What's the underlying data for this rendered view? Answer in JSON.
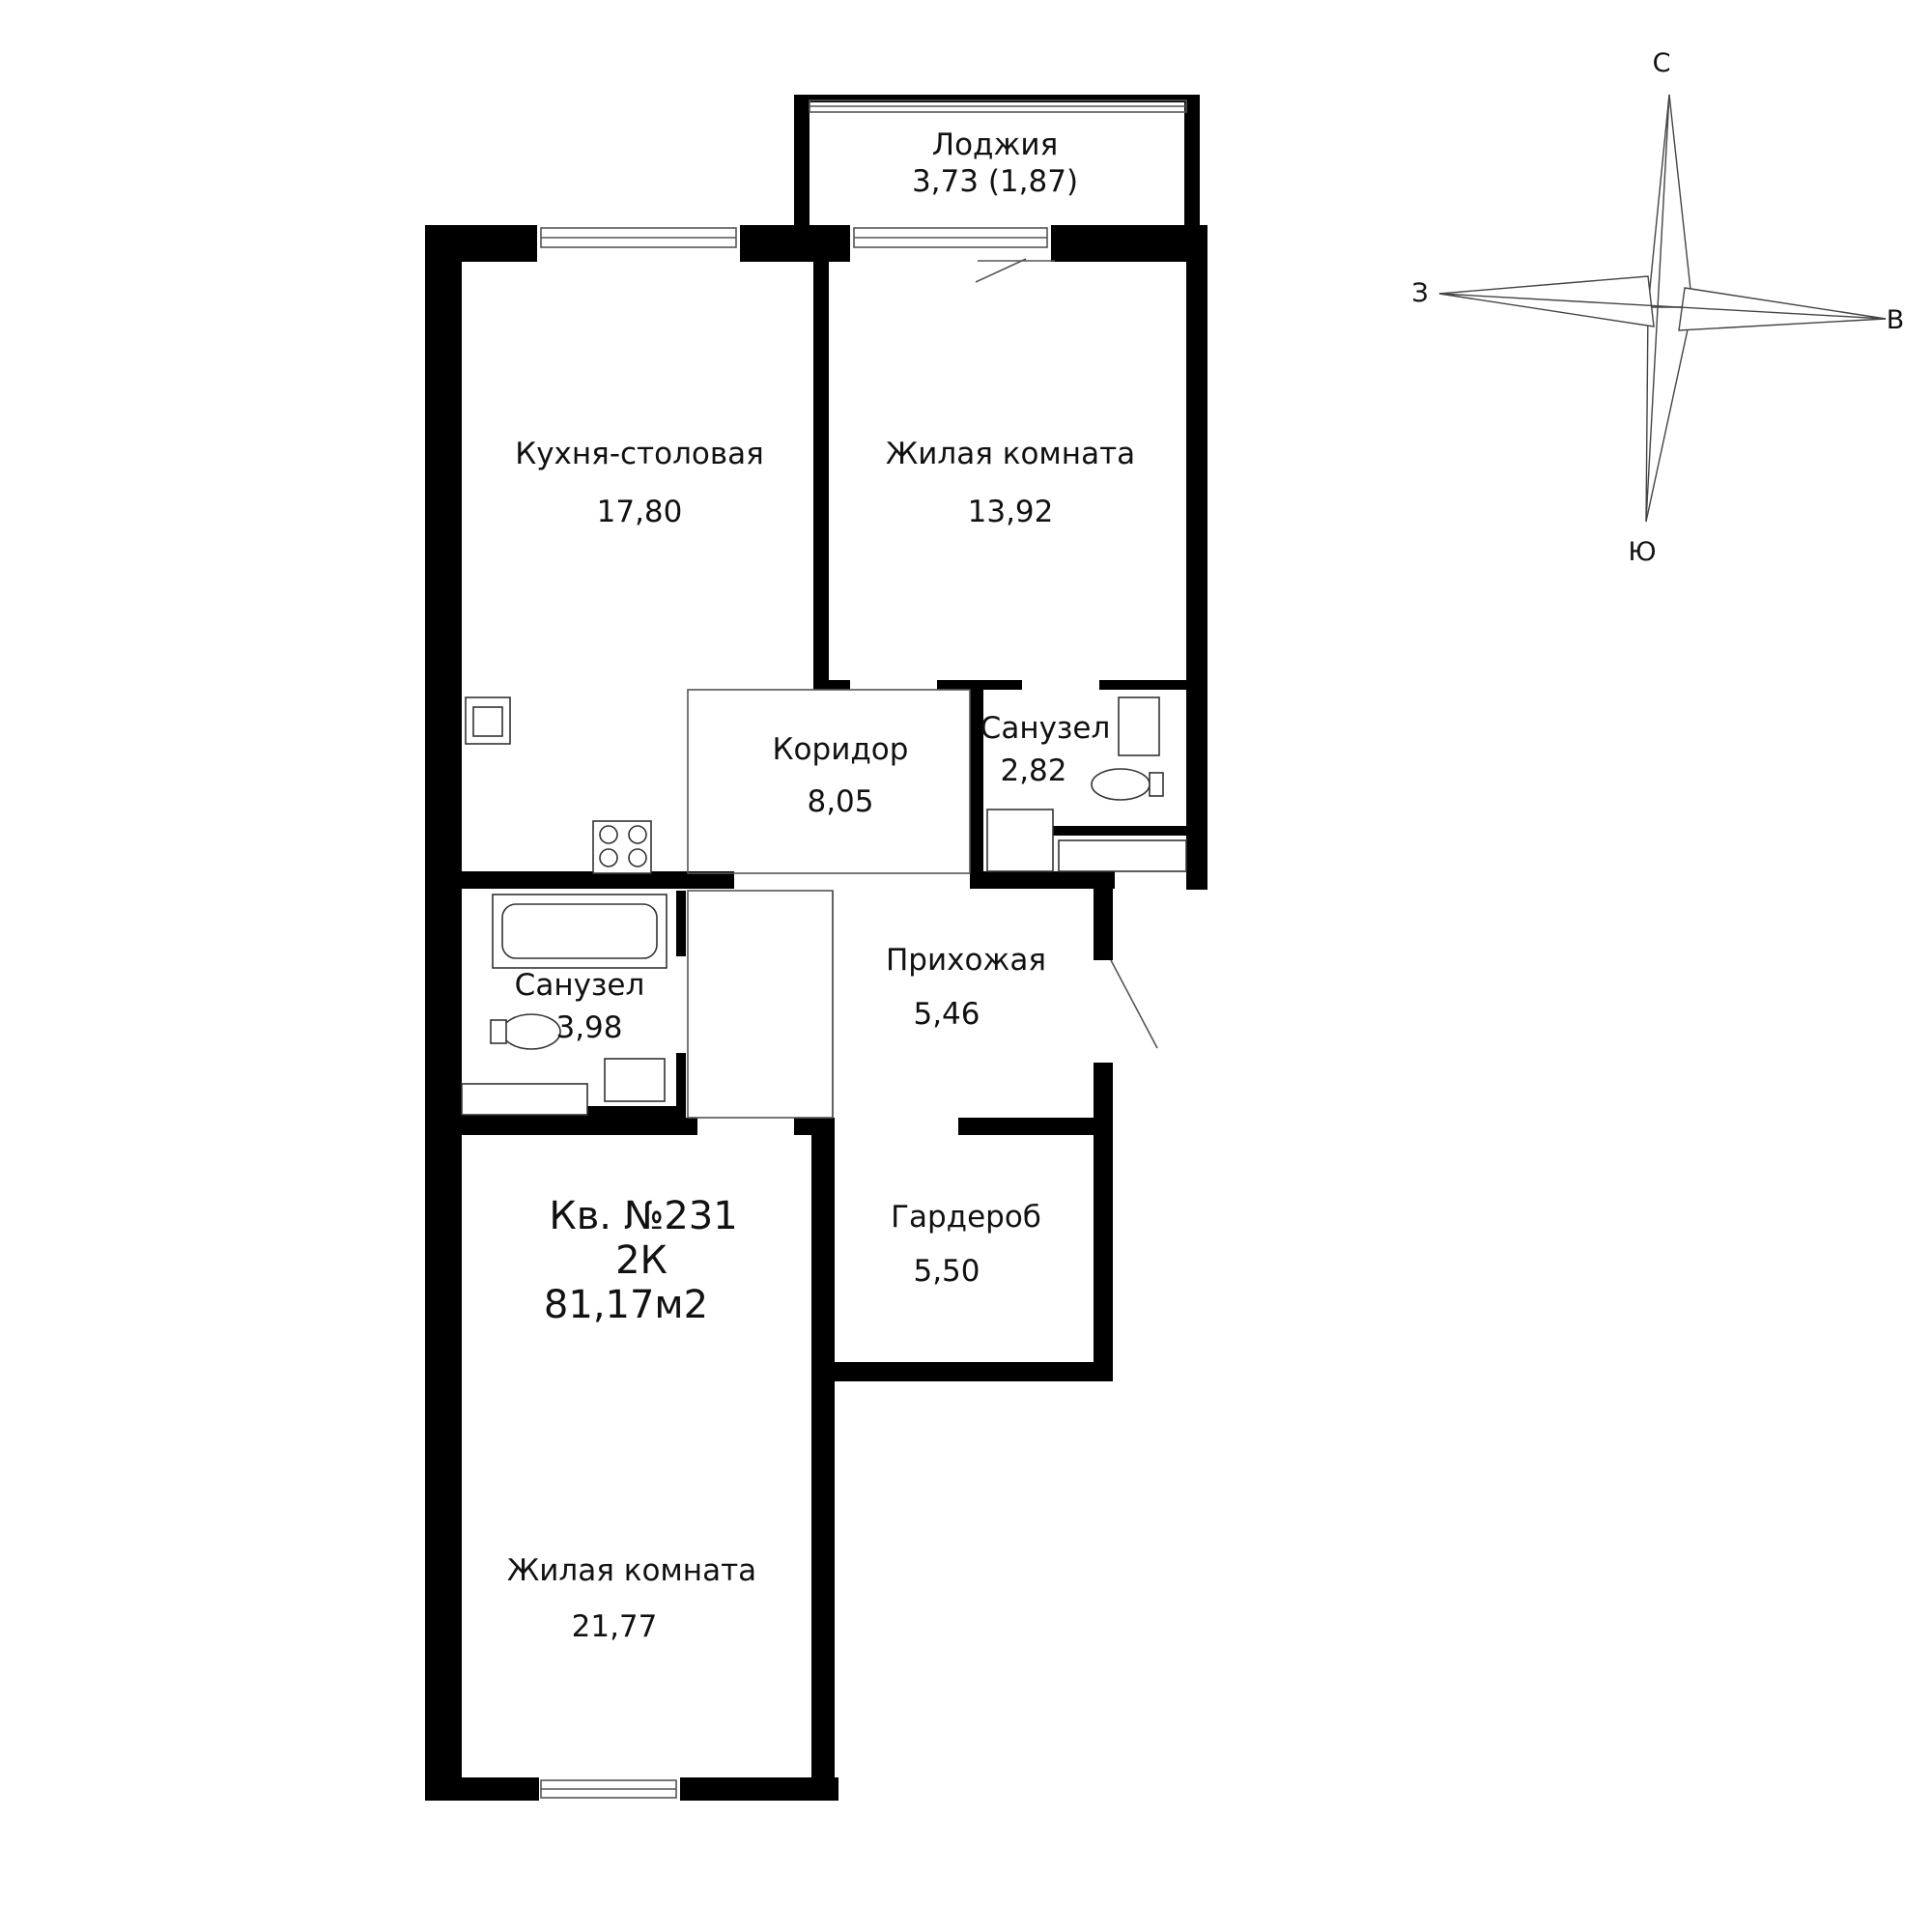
{
  "apartment": {
    "number_label": "Кв. №231",
    "type_label": "2К",
    "total_area": "81,17м2"
  },
  "rooms": [
    {
      "id": "loggia",
      "name": "Лоджия",
      "area": "3,73 (1,87)"
    },
    {
      "id": "kitchen",
      "name": "Кухня-столовая",
      "area": "17,80"
    },
    {
      "id": "bedroom",
      "name": "Жилая комната",
      "area": "13,92"
    },
    {
      "id": "corridor",
      "name": "Коридор",
      "area": "8,05"
    },
    {
      "id": "bath-small",
      "name": "Санузел",
      "area": "2,82"
    },
    {
      "id": "bath-large",
      "name": "Санузел",
      "area": "3,98"
    },
    {
      "id": "hall",
      "name": "Прихожая",
      "area": "5,46"
    },
    {
      "id": "wardrobe",
      "name": "Гардероб",
      "area": "5,50"
    },
    {
      "id": "living",
      "name": "Жилая комната",
      "area": "21,77"
    }
  ],
  "compass": {
    "north": "С",
    "south": "Ю",
    "east": "В",
    "west": "З"
  },
  "colors": {
    "wall": "#000000",
    "line": "#333333",
    "background": "#ffffff"
  }
}
